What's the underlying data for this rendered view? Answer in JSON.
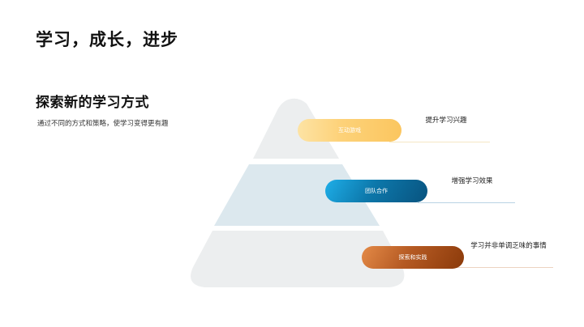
{
  "slide": {
    "title": "学习，成长，进步"
  },
  "section": {
    "heading": "探索新的学习方式",
    "description": "通过不同的方式和策略，使学习变得更有趣"
  },
  "pyramid": {
    "levels": [
      {
        "position": "top",
        "fill": "#eceeef"
      },
      {
        "position": "middle",
        "fill": "#dce8ee"
      },
      {
        "position": "bottom",
        "fill": "#eceeef"
      }
    ]
  },
  "items": [
    {
      "label": "互动游戏",
      "description": "提升学习兴趣",
      "color": "#fbc65f",
      "line_color": "#f6e7c4"
    },
    {
      "label": "团队合作",
      "description": "增强学习效果",
      "color": "#0d78ab",
      "line_color": "#b9d3e4"
    },
    {
      "label": "探索和实践",
      "description": "学习并非单调乏味的事情",
      "color": "#b55a23",
      "line_color": "#ecd3c0"
    }
  ]
}
